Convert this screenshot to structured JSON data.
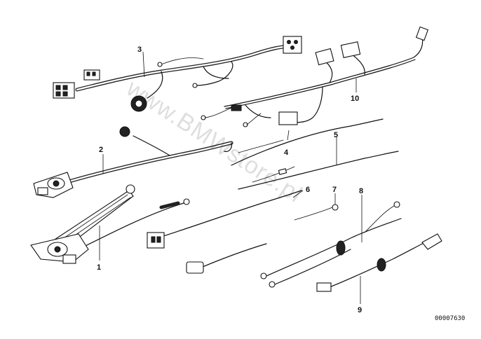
{
  "diagram": {
    "watermark": "www.BMWstore.pl",
    "reference_number": "00007630",
    "callouts": [
      {
        "id": "1",
        "label": "1"
      },
      {
        "id": "2",
        "label": "2"
      },
      {
        "id": "3",
        "label": "3"
      },
      {
        "id": "4",
        "label": "4"
      },
      {
        "id": "5",
        "label": "5"
      },
      {
        "id": "6",
        "label": "6"
      },
      {
        "id": "7",
        "label": "7"
      },
      {
        "id": "8",
        "label": "8"
      },
      {
        "id": "9",
        "label": "9"
      },
      {
        "id": "10",
        "label": "10"
      }
    ]
  }
}
